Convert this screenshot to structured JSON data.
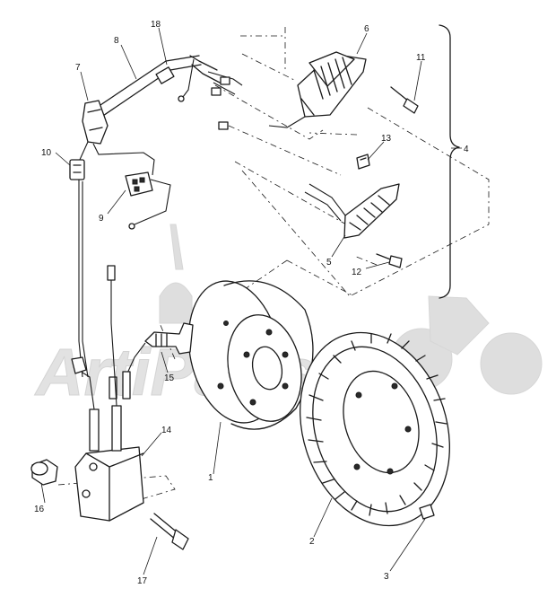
{
  "callouts": {
    "c1": "1",
    "c2": "2",
    "c3": "3",
    "c4": "4",
    "c5": "5",
    "c6": "6",
    "c7": "7",
    "c8": "8",
    "c9": "9",
    "c10": "10",
    "c11": "11",
    "c12": "12",
    "c13": "13",
    "c14": "14",
    "c15": "15",
    "c16": "16",
    "c17": "17",
    "c18": "18"
  },
  "watermark": {
    "text": "ArtiParts"
  },
  "colors": {
    "line": "#1a1a1a",
    "watermark": "#d9d9d9",
    "background": "#ffffff"
  }
}
